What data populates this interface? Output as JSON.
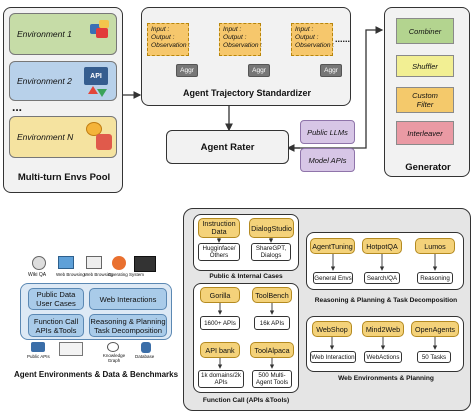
{
  "env_pool": {
    "title": "Multi-turn Envs Pool",
    "env1": "Environment 1",
    "env2": "Environment 2",
    "envN": "Environment N",
    "ellipsis": "...",
    "icon2_text": "API"
  },
  "standardizer": {
    "title": "Agent Trajectory Standardizer",
    "traj_text": "Input :\nOutput :\nObservation :",
    "aggr": "Aggr",
    "dots": "......"
  },
  "rater": {
    "title": "Agent Rater",
    "llm1": "Public LLMs",
    "llm2": "Model APIs"
  },
  "generator": {
    "title": "Generator",
    "items": [
      "Combiner",
      "Shuffler",
      "Custom\nFilter",
      "Interleaver"
    ],
    "colors": [
      "#b3d48f",
      "#f2ef93",
      "#f4c96b",
      "#ea9aa4"
    ]
  },
  "benchmarks": {
    "title": "Agent Environments & Data & Benchmarks",
    "top_icons": [
      "Wiki QA",
      "Web Browsing",
      "Web Browsing",
      "Operating System",
      ""
    ],
    "boxes": [
      "Public Data\nUser Cases",
      "Web Interactions",
      "Function Call\nAPIs &Tools",
      "Reasoning & Planning\nTask Decomposition"
    ],
    "bottom_icons": [
      "Public APIs",
      "",
      "Knowledge Graph",
      "Database"
    ]
  },
  "sources": {
    "public_cases": {
      "caption": "Public & Internal Cases",
      "items": [
        {
          "name": "Instruction\nData",
          "sub": "Hugginface/\nOthers"
        },
        {
          "name": "DialogStudio",
          "sub": "ShareGPT,\nDialogs"
        }
      ]
    },
    "function_call": {
      "caption": "Function Call (APIs &Tools)",
      "items": [
        {
          "name": "Gorilla",
          "sub": "1600+ APIs"
        },
        {
          "name": "ToolBench",
          "sub": "16k APIs"
        },
        {
          "name": "API bank",
          "sub": "1k domains/2k\nAPIs"
        },
        {
          "name": "ToolAlpaca",
          "sub": "500 Multi-\nAgent Tools"
        }
      ]
    },
    "reasoning": {
      "caption": "Reasoning & Planning & Task Decomposition",
      "items": [
        {
          "name": "AgentTuning",
          "sub": "General Envs"
        },
        {
          "name": "HotpotQA",
          "sub": "Search/QA"
        },
        {
          "name": "Lumos",
          "sub": "Reasoning"
        }
      ]
    },
    "web": {
      "caption": "Web Environments & Planning",
      "items": [
        {
          "name": "WebShop",
          "sub": "Web Interaction"
        },
        {
          "name": "Mind2Web",
          "sub": "WebActions"
        },
        {
          "name": "OpenAgents",
          "sub": "50 Tasks"
        }
      ]
    }
  }
}
